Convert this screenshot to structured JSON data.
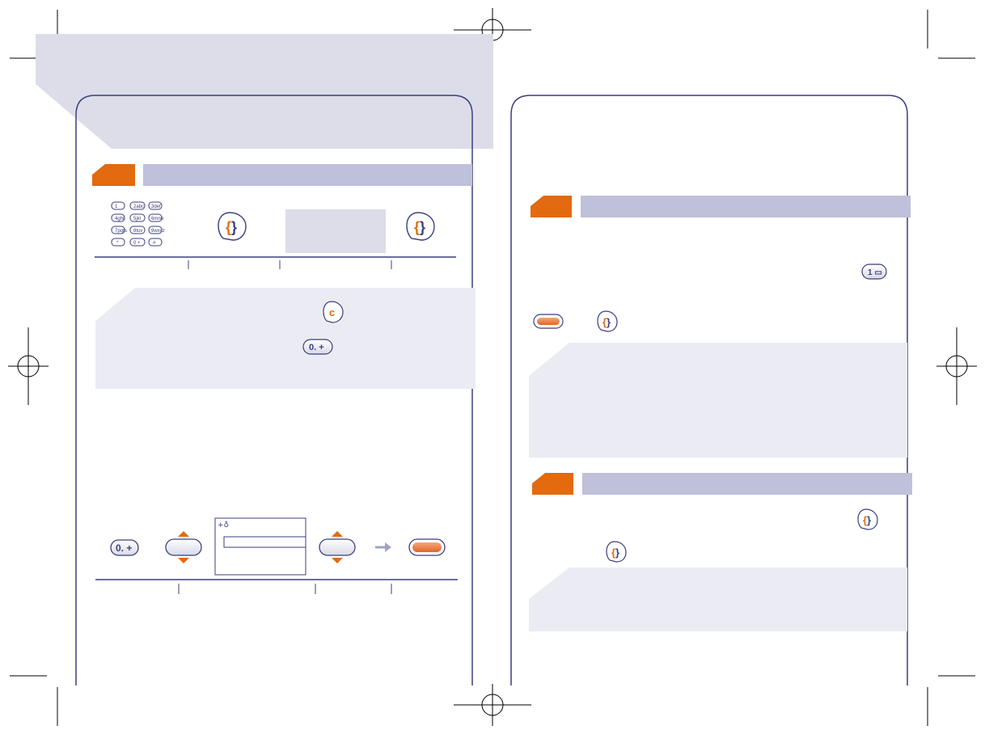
{
  "colors": {
    "page_background": "#ffffff",
    "header_tint": "#dcdde9",
    "section_bar": "#bfc0d9",
    "section_tab_orange": "#e36a0e",
    "frame_line": "#3a3f7c",
    "note_box": "#ebebf3",
    "screen_box": "#dcdde9",
    "key_orange": "#e8773c",
    "arrow_gray": "#9fa3c8",
    "crop_mark": "#000000"
  },
  "icons": {
    "keypad": "numeric-keypad-icon",
    "call_key": "call-key-icon",
    "clear_key": "clear-c-key-icon",
    "zero_plus_key": "zero-plus-key-icon",
    "one_voicemail_key": "one-voicemail-key-icon",
    "orange_key": "orange-oval-key-icon",
    "nav_updown": "updown-navigation-key-icon",
    "arrow": "right-arrow-icon",
    "screen_status": "screen-status-icon"
  },
  "keypad_keys": [
    "1",
    "2abc",
    "3def",
    "4ghi",
    "5jkl",
    "6mno",
    "7pqrs",
    "8tuv",
    "9wxyz",
    "*",
    "0 +",
    "#"
  ]
}
